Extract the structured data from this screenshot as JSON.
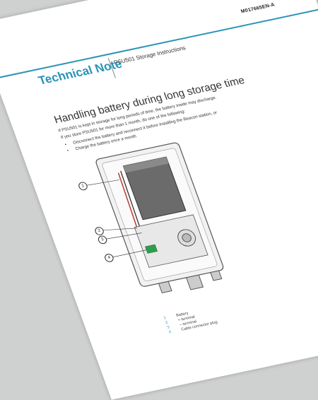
{
  "document": {
    "doc_number": "M017665EN-A",
    "note_label": "Technical Note",
    "subtitle": "PSU501 Storage Instructions"
  },
  "section": {
    "heading": "Handling battery during long storage time",
    "para1": "If PSU501 is kept in storage for long periods of time, the battery inside may discharge.",
    "para2": "If you store PSU501 for more than 1 month, do one of the following:",
    "bullets": [
      "Disconnect the battery and reconnect it before installing the Beacon station, or",
      "Charge the battery once a month"
    ]
  },
  "figure": {
    "callouts": [
      "1",
      "2",
      "3",
      "4"
    ]
  },
  "legend": [
    {
      "num": "1",
      "text": "Battery"
    },
    {
      "num": "2",
      "text": "+ terminal"
    },
    {
      "num": "3",
      "text": "– terminal"
    },
    {
      "num": "4",
      "text": "Cable connector plug"
    }
  ],
  "colors": {
    "accent": "#2a94b5",
    "background": "#cfd0d0"
  }
}
